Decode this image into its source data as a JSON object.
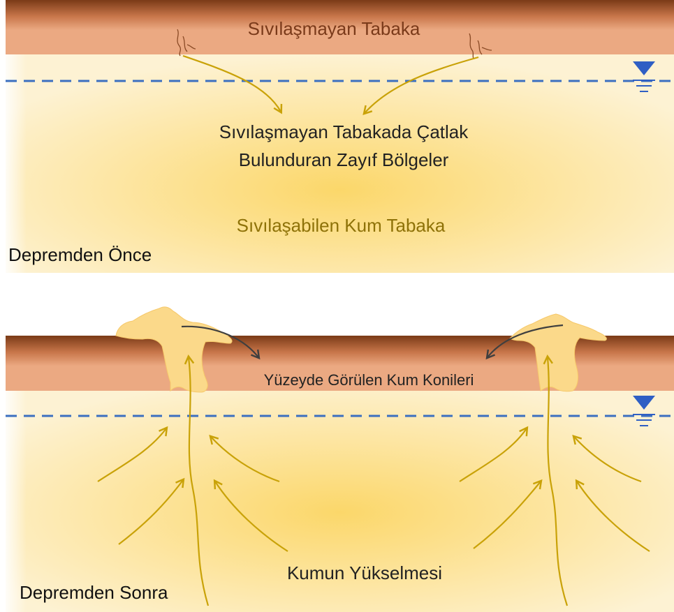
{
  "top_panel": {
    "crust_label": "Sıvılaşmayan Tabaka",
    "weak_zone_line1": "Sıvılaşmayan Tabakada Çatlak",
    "weak_zone_line2": "Bulunduran Zayıf Bölgeler",
    "sand_label": "Sıvılaşabilen Kum Tabaka",
    "caption": "Depremden Önce"
  },
  "bottom_panel": {
    "cone_label": "Yüzeyde Görülen Kum Konileri",
    "rise_label": "Kumun Yükselmesi",
    "caption": "Depremden Sonra"
  },
  "colors": {
    "crust_top": "#7a3a17",
    "crust_mid": "#c8764a",
    "crust_body": "#eba982",
    "sand_center": "#fbd76a",
    "sand_edge": "#fdf2d3",
    "water_line": "#3b6fc0",
    "water_marker": "#2f5fc4",
    "arrow_gold": "#c9a208",
    "arrow_dark": "#3f3f3f",
    "sand_label": "#8e7208",
    "crust_label": "#7a3a1a",
    "caption": "#111111"
  },
  "icons": [
    "water-table-marker-icon",
    "crack-icon",
    "sand-cone-icon"
  ]
}
